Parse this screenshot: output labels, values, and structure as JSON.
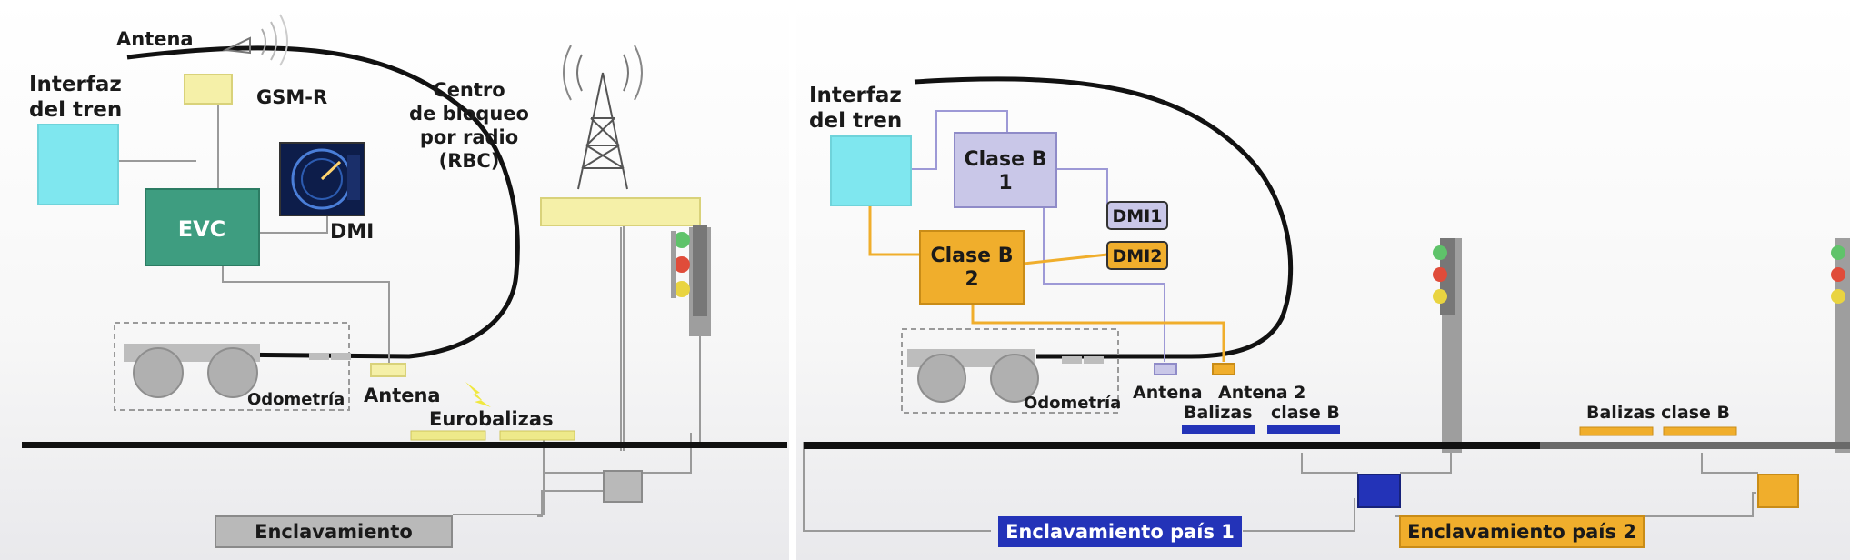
{
  "left_panel": {
    "antenna_top": "Antena",
    "train_interface": [
      "Interfaz",
      "del tren"
    ],
    "gsm": "GSM-R",
    "rbc": [
      "Centro",
      "de bloqueo",
      "por radio",
      "(RBC)"
    ],
    "evc": "EVC",
    "dmi": "DMI",
    "odometry": "Odometría",
    "antenna_bottom": "Antena",
    "eurobalises": "Eurobalizas",
    "interlocking": "Enclavamiento"
  },
  "right_panel": {
    "train_interface": [
      "Interfaz",
      "del tren"
    ],
    "class_b1": [
      "Clase B",
      "1"
    ],
    "class_b2": [
      "Clase B",
      "2"
    ],
    "dmi1": "DMI1",
    "dmi2": "DMI2",
    "odometry": "Odometría",
    "antenna": "Antena",
    "antenna2": "Antena 2",
    "balises_b_1": [
      "Balizas",
      "clase B"
    ],
    "balises_b_2": "Balizas clase B",
    "interlocking_1": "Enclavamiento país 1",
    "interlocking_2": "Enclavamiento país 2"
  },
  "colors": {
    "cyan": "#7fe7ef",
    "evc_green": "#3e9d80",
    "pale_yellow": "#f5f0a8",
    "lavender": "#c9c7e8",
    "orange": "#f0ae2c",
    "blue": "#2333b8",
    "grey": "#a6a6a6"
  }
}
